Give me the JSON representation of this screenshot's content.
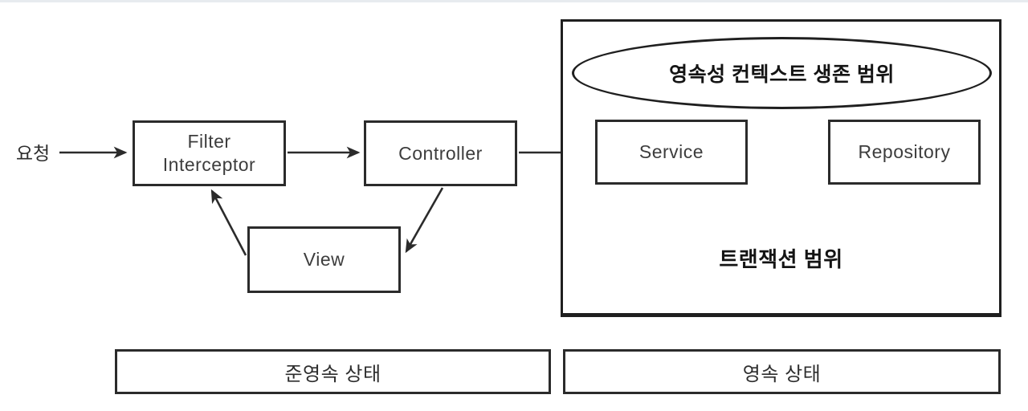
{
  "diagram": {
    "title": "JPA persistence context scope diagram",
    "request_label": "요청",
    "boxes": {
      "filter_line1": "Filter",
      "filter_line2": "Interceptor",
      "controller": "Controller",
      "view": "View",
      "service": "Service",
      "repository": "Repository"
    },
    "persistence_context_scope_label": "영속성 컨텍스트 생존 범위",
    "transaction_scope_label": "트랜잭션 범위",
    "detached_state_label": "준영속 상태",
    "persistent_state_label": "영속 상태",
    "colors": {
      "background": "#ffffff",
      "stroke": "#2b2b2b",
      "box_text": "#3d3d3d",
      "bold_text": "#141414",
      "top_rule": "#e7ebef"
    }
  }
}
